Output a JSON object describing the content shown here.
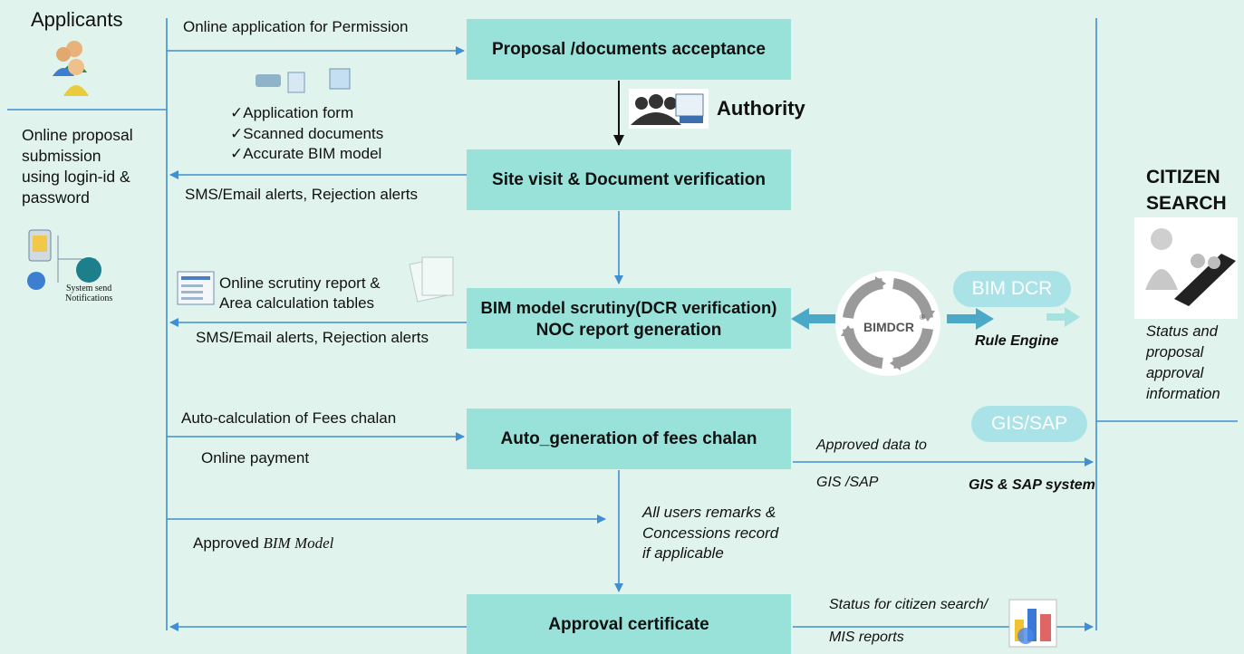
{
  "left": {
    "applicants": "Applicants",
    "submission": [
      "Online proposal",
      "submission",
      "using login-id &",
      "password"
    ],
    "notif_text": [
      "System send",
      "Notifications"
    ]
  },
  "flows": {
    "online_app": "Online application for Permission",
    "checklist": [
      "✓Application form",
      "✓Scanned documents",
      "✓Accurate BIM  model"
    ],
    "sms1": "SMS/Email alerts, Rejection alerts",
    "scrutiny_report": [
      "Online scrutiny report &",
      "Area calculation tables"
    ],
    "sms2": "SMS/Email alerts, Rejection alerts",
    "auto_calc": "Auto-calculation of Fees chalan",
    "online_payment": "Online payment",
    "approved_bim_prefix": "Approved ",
    "approved_bim_italic": "BIM Model",
    "user_remarks": [
      "All users remarks &",
      "Concessions record",
      "if applicable"
    ],
    "approved_data": "Approved data to",
    "gis_sap_small": "GIS /SAP",
    "gis_sap_system": "GIS & SAP system",
    "status_citizen": "Status for citizen search/",
    "mis_reports": "MIS reports"
  },
  "boxes": {
    "proposal": "Proposal /documents acceptance",
    "site_visit": "Site visit & Document verification",
    "bim_scrutiny": [
      "BIM model scrutiny(DCR verification)",
      "NOC report generation"
    ],
    "fees": "Auto_generation of fees chalan",
    "approval": "Approval certificate"
  },
  "authority": "Authority",
  "bimdcr": {
    "logo": "BIMDCR",
    "reg": "®",
    "pill": "BIM DCR",
    "rule_engine": "Rule Engine"
  },
  "gis_pill": "GIS/SAP",
  "citizen": {
    "title": [
      "CITIZEN",
      "SEARCH"
    ],
    "info": [
      "Status and",
      "proposal",
      "approval",
      "information"
    ]
  },
  "colors": {
    "background": "#e0f3ec",
    "box": "#99e2da",
    "line": "#3f8fd2",
    "pill": "#a9e3e8",
    "thick_arrow": "#4aa8c8"
  }
}
